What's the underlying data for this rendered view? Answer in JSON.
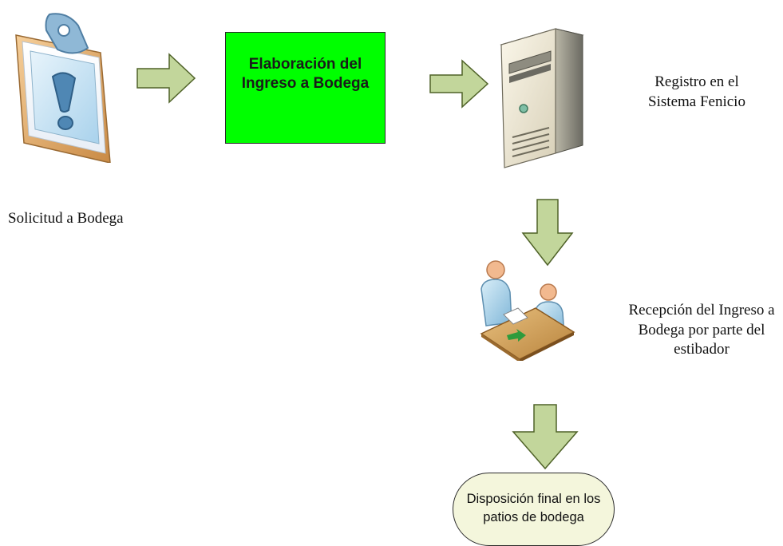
{
  "nodes": {
    "solicitud": {
      "label": "Solicitud a Bodega",
      "icon": "clipboard-exclamation-icon"
    },
    "elaboracion": {
      "label": "Elaboración del\nIngreso a Bodega",
      "fill": "#00ff00"
    },
    "registro": {
      "line1": "Registro en el",
      "line2": "Sistema Fenicio",
      "icon": "server-tower-icon"
    },
    "recepcion": {
      "line1": "Recepción del Ingreso a",
      "line2": "Bodega por parte del",
      "line3": "estibador",
      "icon": "people-handoff-icon"
    },
    "disposicion": {
      "label": "Disposición final en los\npatios de bodega",
      "fill": "#f4f6dc"
    }
  },
  "connectors": [
    {
      "from": "solicitud",
      "to": "elaboracion",
      "icon": "arrow-right-icon"
    },
    {
      "from": "elaboracion",
      "to": "registro",
      "icon": "arrow-right-icon"
    },
    {
      "from": "registro",
      "to": "recepcion",
      "icon": "arrow-down-icon"
    },
    {
      "from": "recepcion",
      "to": "disposicion",
      "icon": "arrow-down-icon"
    }
  ],
  "colors": {
    "arrow_fill": "#c2d69b",
    "arrow_stroke": "#4f6228"
  }
}
